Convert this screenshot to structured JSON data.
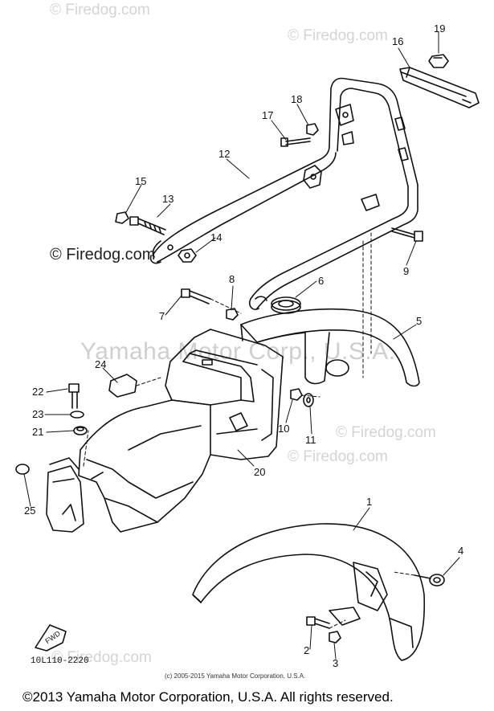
{
  "watermarks": {
    "firedog": "© Firedog.com",
    "center": "Yamaha Motor Corp., U.S.A."
  },
  "part_numbers": [
    "1",
    "2",
    "3",
    "4",
    "5",
    "6",
    "7",
    "8",
    "9",
    "10",
    "11",
    "12",
    "13",
    "14",
    "15",
    "16",
    "17",
    "18",
    "19",
    "20",
    "21",
    "22",
    "23",
    "24",
    "25"
  ],
  "diagram_code": "10L110-2220",
  "fwd_label": "FWD",
  "credit_small": "(c) 2005-2015 Yamaha Motor Corporation, U.S.A.",
  "copyright": "©2013 Yamaha Motor Corporation, U.S.A. All rights reserved."
}
